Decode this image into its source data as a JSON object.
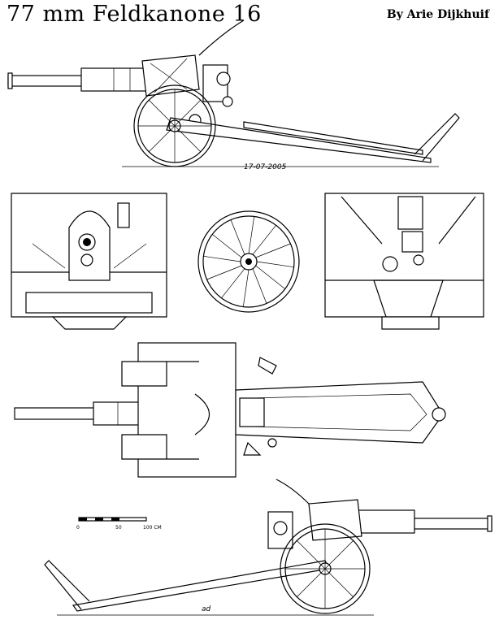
{
  "header": {
    "title": "77 mm Feldkanone 16",
    "author": "By Arie Dijkhuif"
  },
  "annotations": {
    "date": "17-07-2005",
    "signature": "ad"
  },
  "scale_bar": {
    "labels": [
      "0",
      "50",
      "100 CM"
    ]
  },
  "views": [
    "side-view-right",
    "front-view",
    "wheel-view",
    "rear-view",
    "top-view",
    "side-view-left"
  ]
}
